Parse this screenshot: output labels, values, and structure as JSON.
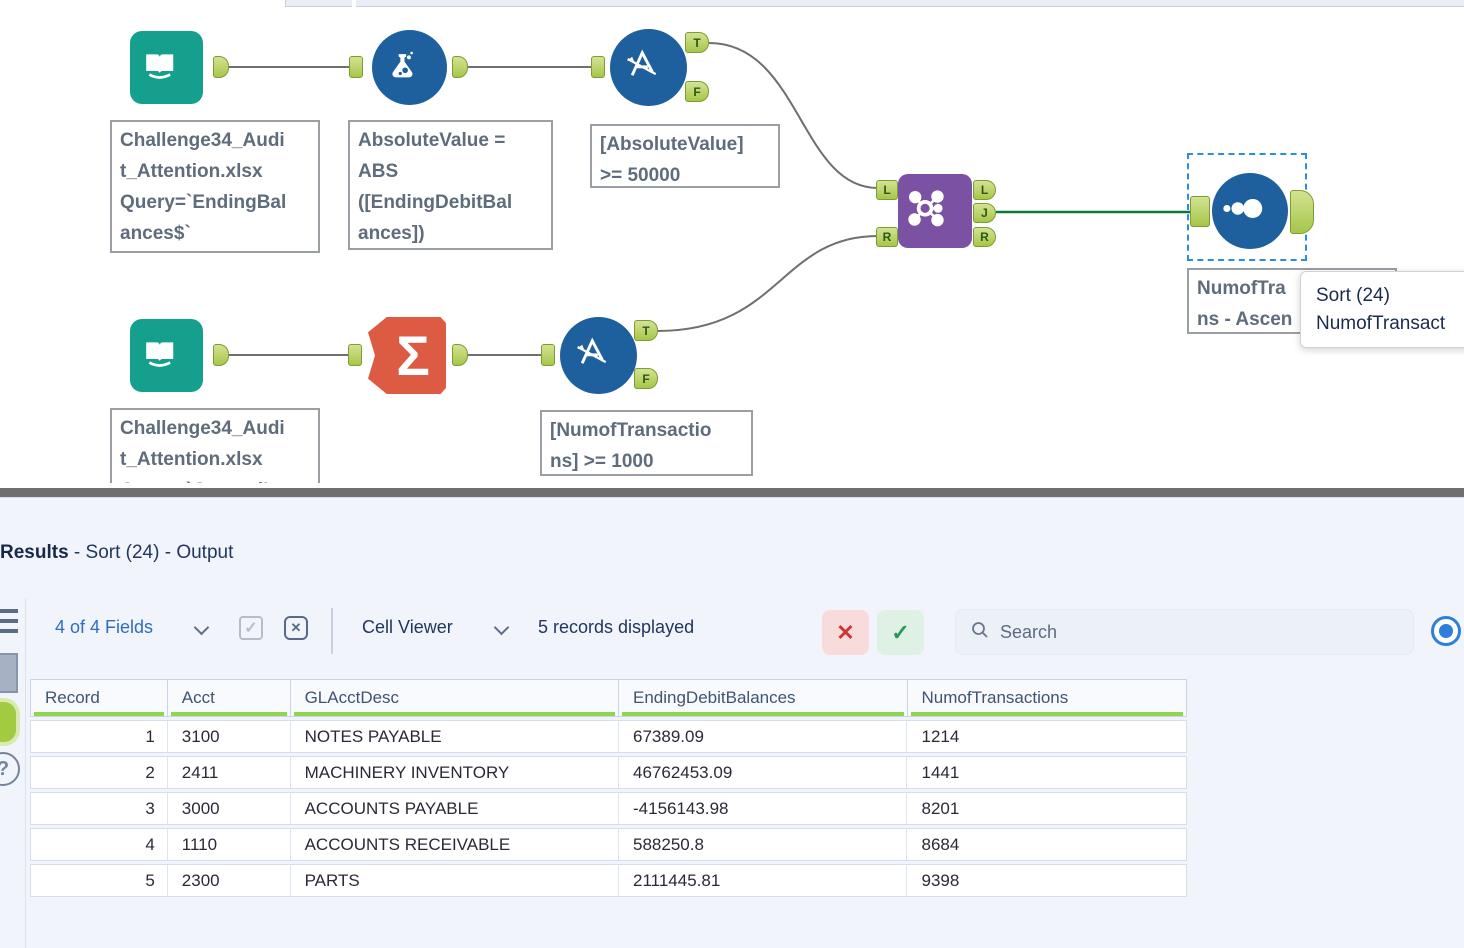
{
  "workflow": {
    "anchors": {
      "t": "T",
      "f": "F",
      "l": "L",
      "j": "J",
      "r": "R"
    },
    "glyphs": {
      "sigma": "Σ",
      "check": "✓",
      "cross": "✕",
      "question": "?"
    },
    "annotations": {
      "input1": [
        "Challenge34_Audi",
        "t_Attention.xlsx",
        "Query=`EndingBal",
        "ances$`"
      ],
      "formula": [
        "AbsoluteValue =",
        "ABS",
        "([EndingDebitBal",
        "ances])"
      ],
      "filter1": [
        "[AbsoluteValue]",
        ">= 50000"
      ],
      "input2": [
        "Challenge34_Audi",
        "t_Attention.xlsx",
        "Query=`GeneralLe"
      ],
      "filter2": [
        "[NumofTransactio",
        "ns] >= 1000"
      ],
      "sort": [
        "NumofTra",
        "ns - Ascen"
      ]
    },
    "tooltip": {
      "line1": "Sort (24)",
      "line2": "NumofTransact"
    }
  },
  "results": {
    "title": {
      "bold": "Results",
      "rest": " - Sort (24) - Output"
    },
    "toolbar": {
      "fields": "4 of 4 Fields",
      "cell_viewer": "Cell Viewer",
      "records": "5 records displayed",
      "search_placeholder": "Search"
    },
    "table": {
      "columns": [
        "Record",
        "Acct",
        "GLAcctDesc",
        "EndingDebitBalances",
        "NumofTransactions"
      ],
      "rows": [
        {
          "record": "1",
          "acct": "3100",
          "desc": "NOTES PAYABLE",
          "balance": "67389.09",
          "num": "1214"
        },
        {
          "record": "2",
          "acct": "2411",
          "desc": "MACHINERY INVENTORY",
          "balance": "46762453.09",
          "num": "1441"
        },
        {
          "record": "3",
          "acct": "3000",
          "desc": "ACCOUNTS PAYABLE",
          "balance": "-4156143.98",
          "num": "8201"
        },
        {
          "record": "4",
          "acct": "1110",
          "desc": "ACCOUNTS RECEIVABLE",
          "balance": "588250.8",
          "num": "8684"
        },
        {
          "record": "5",
          "acct": "2300",
          "desc": "PARTS",
          "balance": "2111445.81",
          "num": "9398"
        }
      ]
    }
  },
  "colors": {
    "tool_blue": "#1E5F9E",
    "input_teal": "#14A08C",
    "summarize_orange": "#DC5B42",
    "join_purple": "#7B52A3",
    "anchor_green": "#A6C649",
    "wire_green": "#0C7A35",
    "wire_gray": "#6F6F6F",
    "header_underline": "#8FD64E",
    "accent_blue": "#2E6CC6",
    "error_red": "#C83A3A",
    "success_green": "#27995B",
    "selection_blue": "#2D8CE0"
  }
}
